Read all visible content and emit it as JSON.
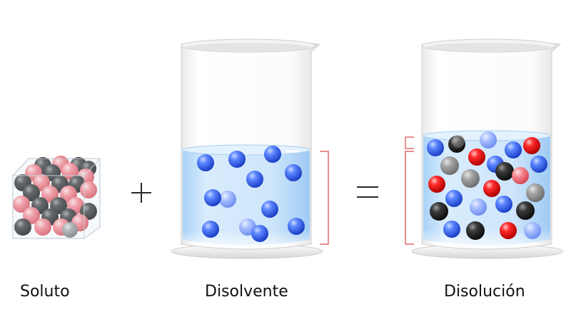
{
  "labels": {
    "solute": "Soluto",
    "solvent": "Disolvente",
    "solution": "Disolución"
  },
  "operators": {
    "plus": "+",
    "equals": "="
  },
  "colors": {
    "solvent_particle": "#2f5be8",
    "solute_red": "#f02a3a",
    "solute_pink": "#f4707a",
    "solute_dark": "#262626",
    "solute_grey": "#8c8c8c",
    "water": "#bfe0fb",
    "bracket": "#e36a6a",
    "glass_edge": "#c9c9c9"
  }
}
